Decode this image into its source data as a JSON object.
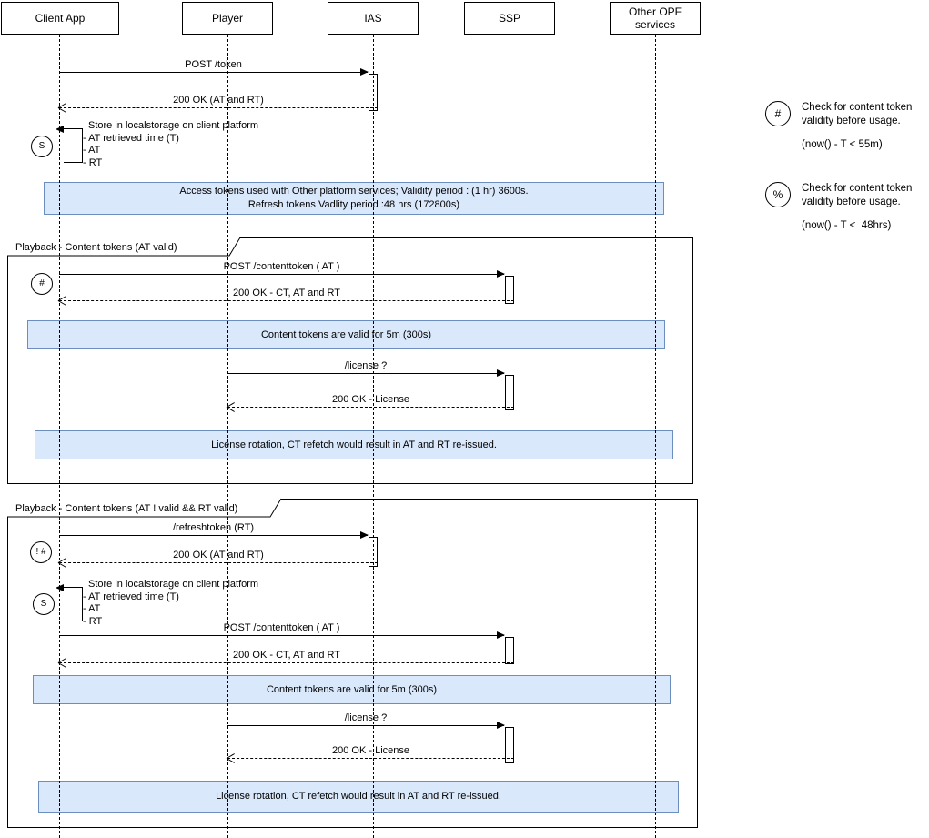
{
  "actors": [
    {
      "label": "Client App"
    },
    {
      "label": "Player"
    },
    {
      "label": "IAS"
    },
    {
      "label": "SSP"
    },
    {
      "label": "Other OPF services"
    }
  ],
  "msgs": {
    "post_token": "POST /token",
    "ok_at_rt": "200 OK (AT and RT)",
    "post_contenttoken": "POST /contenttoken ( AT )",
    "ok_ct_at_rt": "200 OK - CT, AT and RT",
    "license_req": "/license ?",
    "ok_license": "200 OK - License",
    "refreshtoken": "/refreshtoken (RT)",
    "store": {
      "title": "Store in localstorage on client platform",
      "items": [
        "- AT retrieved time (T)",
        "- AT",
        "- RT"
      ]
    }
  },
  "notes": {
    "access": {
      "line1": "Access tokens used with Other platform services; Validity period : (1 hr) 3600s.",
      "line2": "Refresh tokens Vadlity period :48 hrs (172800s)"
    },
    "ct_valid": "Content tokens are valid for 5m (300s)",
    "license_rotation": "License rotation, CT refetch would result in AT and RT re-issued."
  },
  "frames": [
    {
      "label": "Playback - Content tokens (AT valid)"
    },
    {
      "label": "Playback - Content tokens (AT ! valid && RT valid)"
    }
  ],
  "markers": {
    "store": "S",
    "hash": "#",
    "not_hash": "! #",
    "percent": "%"
  },
  "legend": [
    {
      "symbol": "#",
      "line1": "Check for content token",
      "line2": "validity before usage.",
      "formula": "(now() - T < 55m)"
    },
    {
      "symbol": "%",
      "line1": "Check for content token",
      "line2": "validity before usage.",
      "formula": "(now() - T <  48hrs)"
    }
  ],
  "colors": {
    "note_bg": "#dae8fc",
    "note_border": "#6c8ebf",
    "line": "#000000"
  }
}
